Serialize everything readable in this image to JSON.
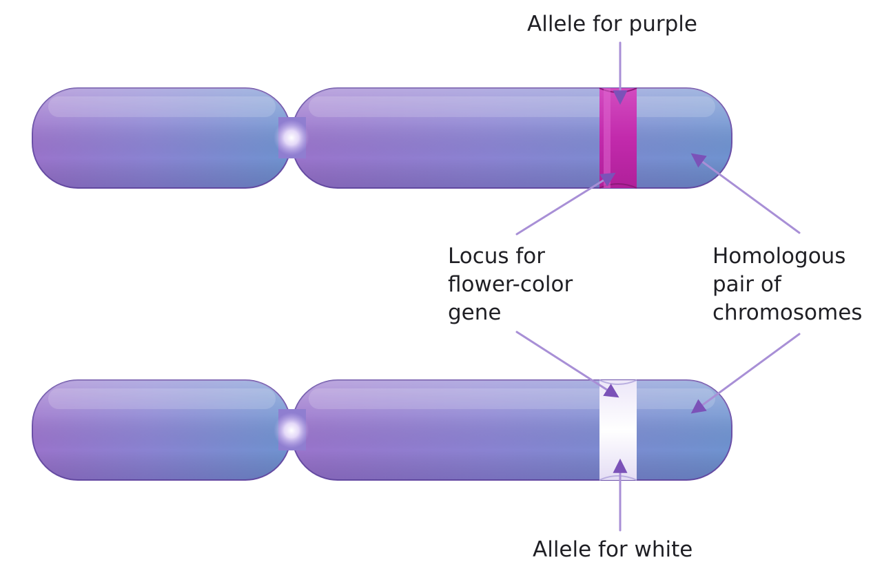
{
  "labels": {
    "allele_purple": "Allele for purple",
    "locus": [
      "Locus for",
      "flower-color",
      "gene"
    ],
    "homologous": [
      "Homologous",
      "pair of",
      "chromosomes"
    ],
    "allele_white": "Allele for white"
  },
  "colors": {
    "chromosome_left": "#9a74cc",
    "chromosome_right": "#6f93d0",
    "chromosome_outline": "#6a4fa8",
    "purple_band": "#cc2fb4",
    "white_band": "#f4f1fb",
    "arrow": "#7b52b8",
    "label_text": "#1f1f24"
  }
}
